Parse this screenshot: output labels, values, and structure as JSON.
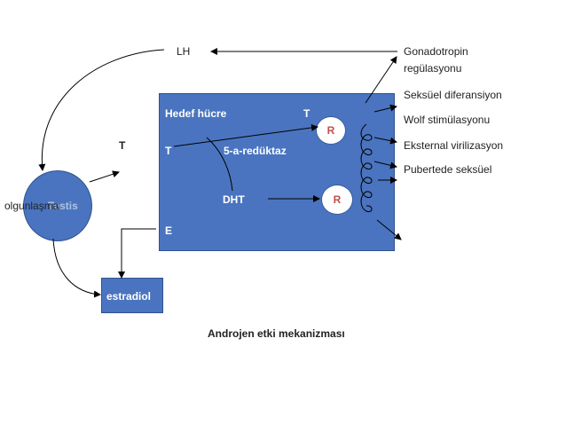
{
  "labels": {
    "lh": "LH",
    "gonadotropin_line1": "Gonadotropin",
    "gonadotropin_line2": "regülasyonu",
    "seksuel_diferansiyon": "Seksüel diferansiyon",
    "wolf": "Wolf stimülasyonu",
    "eksternal": "Eksternal virilizasyon",
    "pubertede": "Pubertede seksüel",
    "olgunlasma": "olgunlaşma",
    "testis": "Testis",
    "t_left": "T",
    "estradiol": "estradiol",
    "caption": "Androjen etki mekanizması"
  },
  "cell": {
    "title": "Hedef  hücre",
    "t_top": "T",
    "t_inner": "T",
    "enzyme": "5-a-redüktaz",
    "dht": "DHT",
    "e": "E",
    "r1": "R",
    "r2": "R"
  },
  "colors": {
    "box_fill": "#4a74bf",
    "box_border": "#2f528f",
    "receptor_text": "#c0504d"
  }
}
